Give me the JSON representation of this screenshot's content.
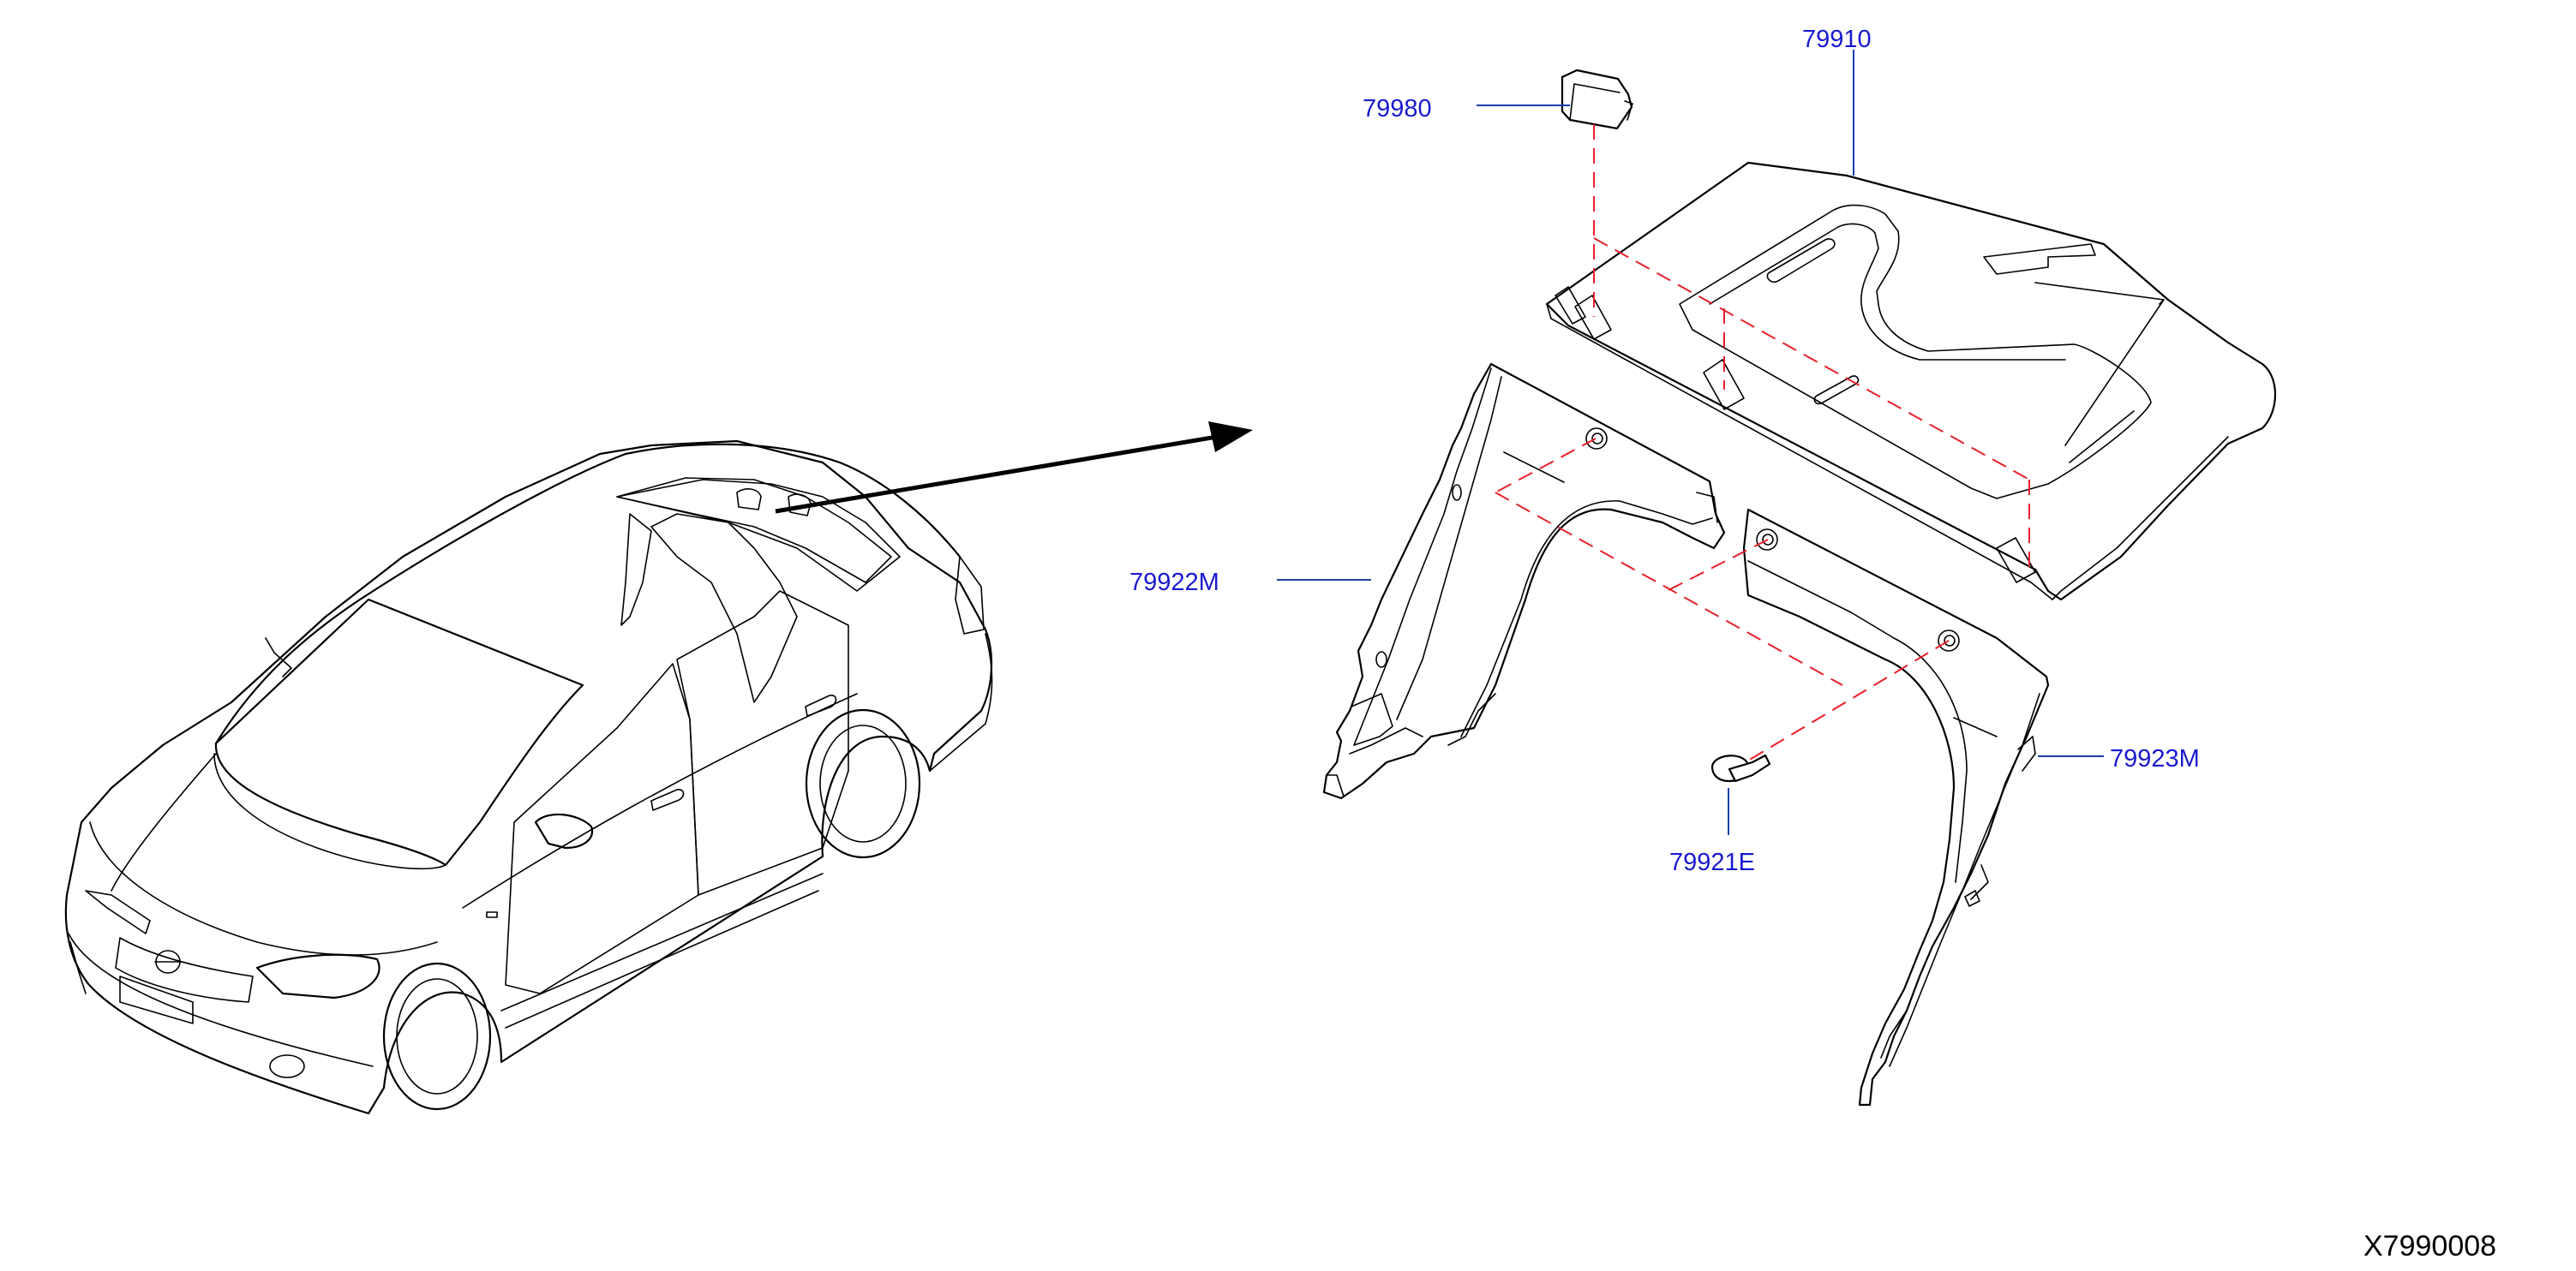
{
  "diagram": {
    "drawing_code": "X7990008",
    "callouts": [
      {
        "id": "finisher-rear-parcel-shelf",
        "label": "79910"
      },
      {
        "id": "cap",
        "label": "79980"
      },
      {
        "id": "finisher-rear-left",
        "label": "79922M"
      },
      {
        "id": "finisher-rear-right",
        "label": "79923M"
      },
      {
        "id": "clip",
        "label": "79921E"
      }
    ],
    "colors": {
      "callout_text": "#1a1ad0",
      "leader_line": "#1a3fa8",
      "assembly_dash": "#e8202a",
      "outline": "#000000"
    }
  }
}
